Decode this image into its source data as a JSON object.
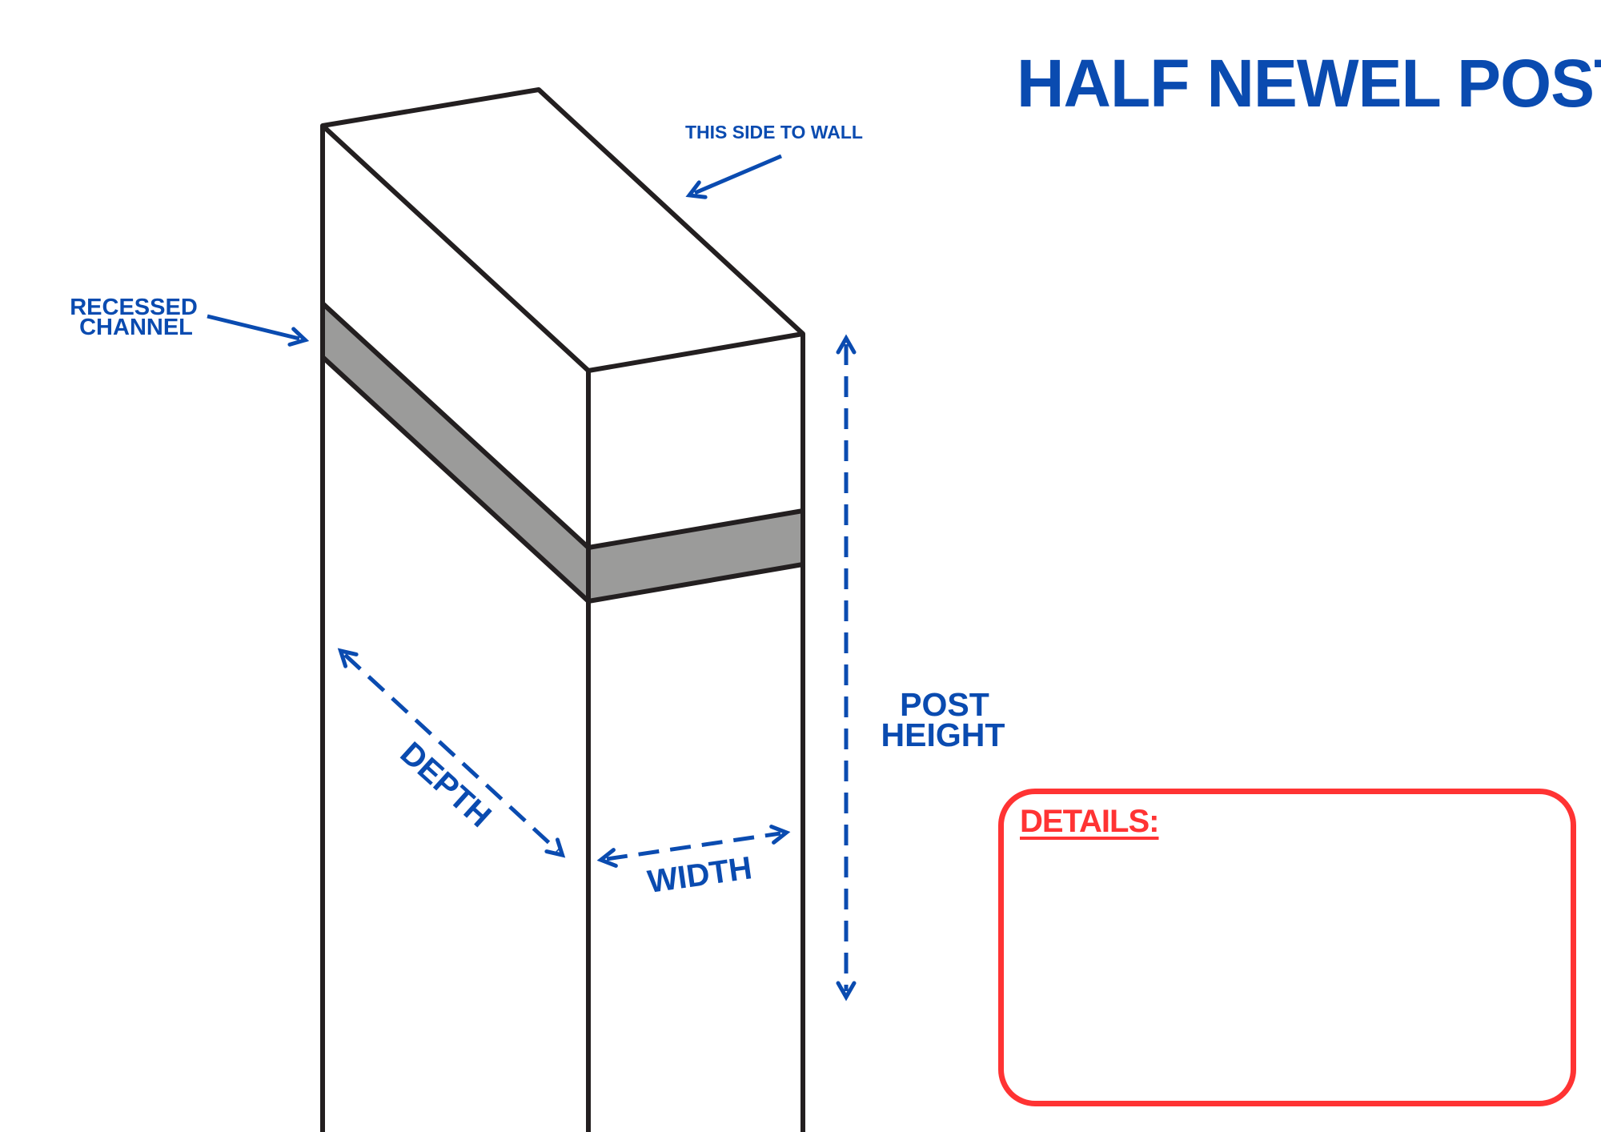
{
  "title": "HALF NEWEL POST",
  "labels": {
    "this_side_to_wall": "THIS SIDE TO WALL",
    "recessed_line1": "RECESSED",
    "recessed_line2": "CHANNEL",
    "post_line1": "POST",
    "post_line2": "HEIGHT",
    "depth": "DEPTH",
    "width": "WIDTH"
  },
  "details": {
    "label": "DETAILS:"
  },
  "colors": {
    "annotation": "#0a4bb0",
    "outline": "#231f20",
    "channel": "#9b9b9a",
    "details": "#ff3333"
  }
}
